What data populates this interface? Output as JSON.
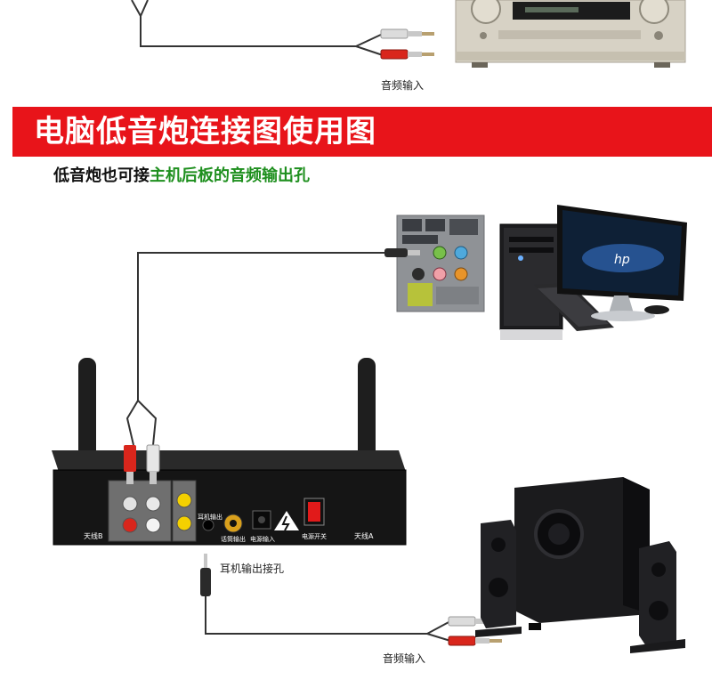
{
  "top": {
    "audio_input_label": "音频输入"
  },
  "banner": {
    "title": "电脑低音炮连接图使用图",
    "color": "#e8141a"
  },
  "subtitle": {
    "part1": "低音炮也可接",
    "part2": "主机后板的音频输出孔",
    "highlight_color": "#1e8f1e"
  },
  "device": {
    "antenna_b": "天线B",
    "antenna_a": "天线A",
    "headphone_out": "耳机输出",
    "mic_out": "话筒输出",
    "power_in": "电源输入",
    "power_switch": "电源开关"
  },
  "callouts": {
    "headphone_jack": "耳机输出接孔",
    "audio_input_bottom": "音频输入"
  }
}
